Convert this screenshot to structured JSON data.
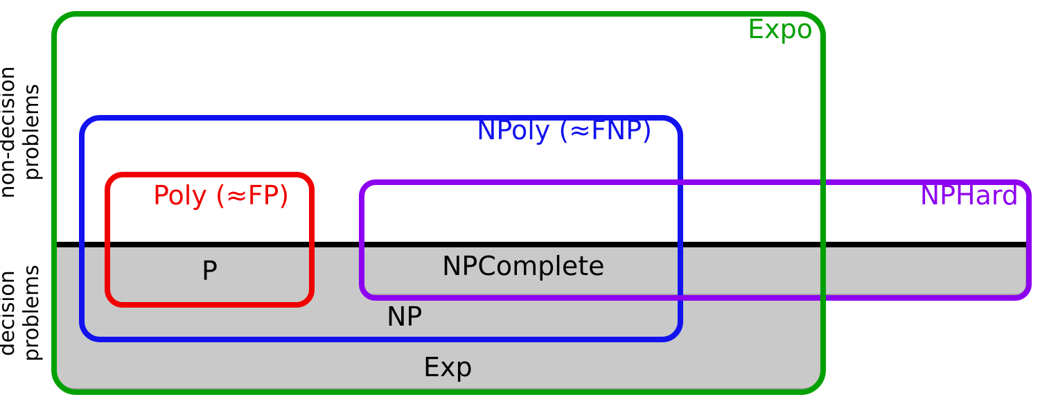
{
  "boxes": {
    "expo": {
      "label": "Expo",
      "color": "#00A000"
    },
    "npoly": {
      "label": "NPoly (≈FNP)",
      "color": "#1212EF"
    },
    "poly": {
      "label": "Poly (≈FP)",
      "color": "#F00000"
    },
    "nphard": {
      "label": "NPHard",
      "color": "#8E00F0"
    }
  },
  "region_labels": {
    "p": "P",
    "npcomplete": "NPComplete",
    "np": "NP",
    "exp": "Exp"
  },
  "side_labels": {
    "non_decision": "non-decision\nproblems",
    "decision": "decision\nproblems"
  },
  "fills": {
    "decision_gray": "#C9C9C9",
    "divider_black": "#000000"
  }
}
